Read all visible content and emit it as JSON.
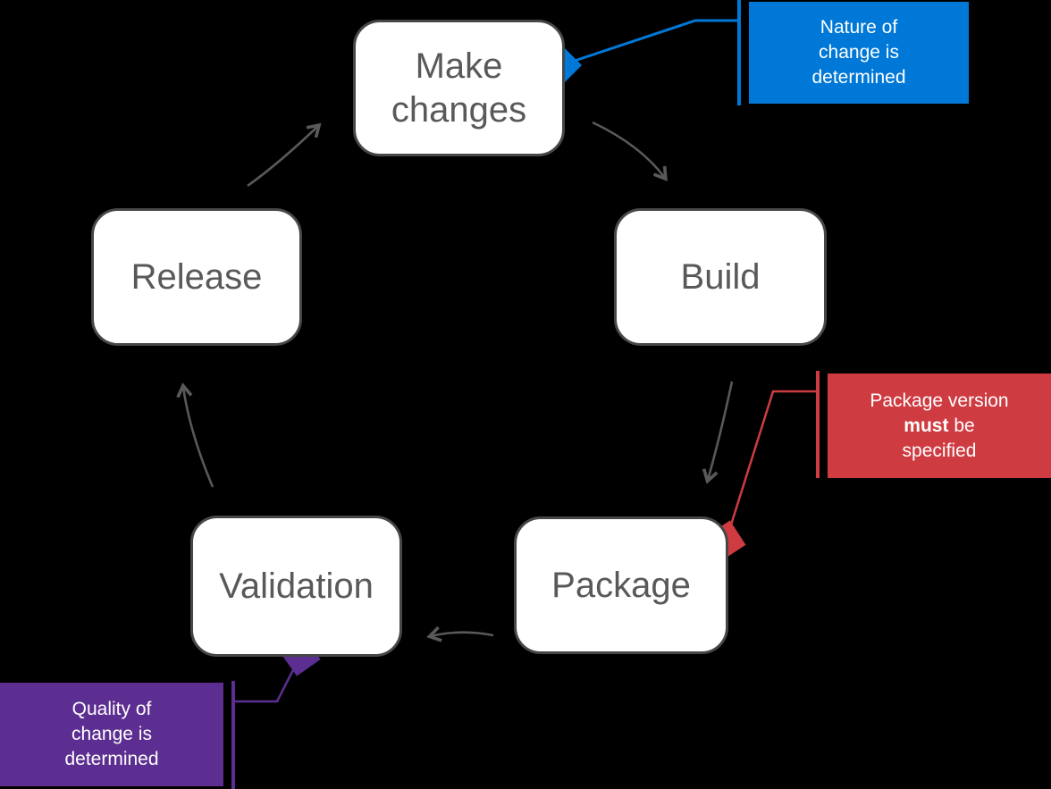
{
  "diagram": {
    "type": "cycle-flow",
    "nodes": [
      {
        "id": "make-changes",
        "label": "Make changes"
      },
      {
        "id": "build",
        "label": "Build"
      },
      {
        "id": "package",
        "label": "Package"
      },
      {
        "id": "validation",
        "label": "Validation"
      },
      {
        "id": "release",
        "label": "Release"
      }
    ],
    "flow_order": [
      "Make changes",
      "Build",
      "Package",
      "Validation",
      "Release",
      "Make changes"
    ],
    "callouts": {
      "nature": {
        "attached_to": "Make changes",
        "lines": [
          "Nature of",
          "change is",
          "determined"
        ],
        "color": "#0078D7"
      },
      "package_version": {
        "attached_to": "Package",
        "line1": "Package version",
        "line2_bold": "must",
        "line2_rest": " be",
        "line3": "specified",
        "color": "#CE3C42"
      },
      "quality": {
        "attached_to": "Validation",
        "lines": [
          "Quality of",
          "change is",
          "determined"
        ],
        "color": "#5C2E91"
      }
    },
    "colors": {
      "background": "#000000",
      "node_fill": "#FFFFFF",
      "node_border": "#474747",
      "node_text": "#595959",
      "arrow": "#595959",
      "accent_blue": "#0078D7",
      "accent_red": "#CE3C42",
      "accent_purple": "#5C2E91",
      "callout_text": "#FFFFFF"
    }
  }
}
